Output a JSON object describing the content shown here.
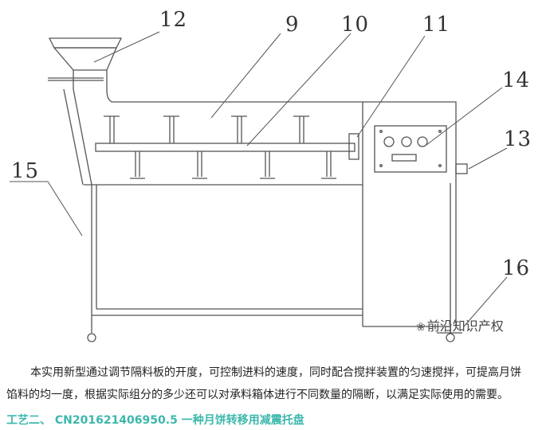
{
  "figure": {
    "labels": {
      "l9": "9",
      "l10": "10",
      "l11": "11",
      "l12": "12",
      "l13": "13",
      "l14": "14",
      "l15": "15",
      "l16": "16"
    },
    "watermark": "前沿知识产权"
  },
  "text": {
    "paragraph_line1": "本实用新型通过调节隔料板的开度，可控制进料的速度，同时配合搅拌装置的匀速搅拌，可提高月饼",
    "paragraph_line2": "馅料的均一度，根据实际组分的多少还可以对承料箱体进行不同数量的隔断，以满足实际使用的需要。",
    "subheading": "工艺二、 CN201621406950.5 一种月饼转移用减震托盘"
  }
}
